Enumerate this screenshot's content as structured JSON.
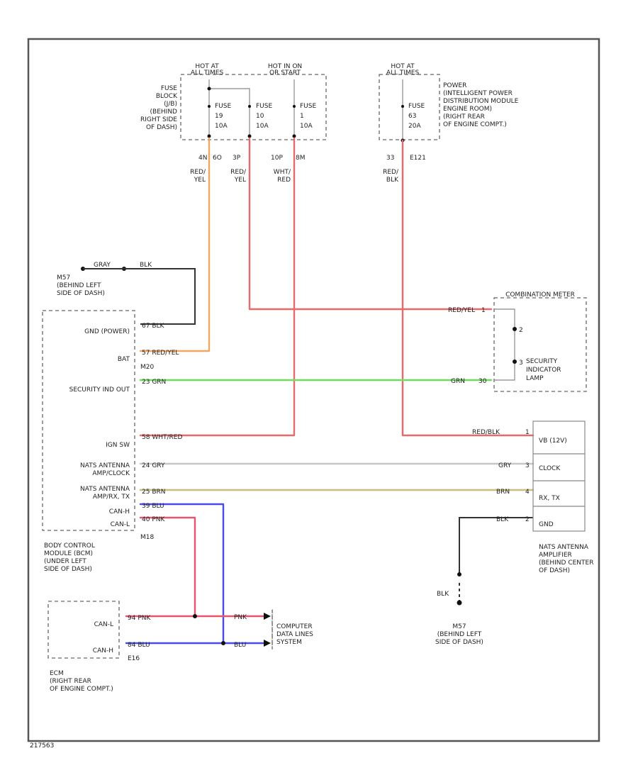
{
  "figure_id": "217563",
  "colors": {
    "orange": "#f2a65e",
    "red": "#e8696a",
    "green": "#6fdc5c",
    "gray": "#c6c6c6",
    "tan": "#c9be7c",
    "blue": "#4a4ae6",
    "pink": "#e8546f",
    "black": "#333333"
  },
  "fuse_block": {
    "hot_at_all_times": [
      "HOT AT",
      "ALL TIMES"
    ],
    "hot_in_on_or_start": [
      "HOT IN ON",
      "OR START"
    ],
    "location": [
      "FUSE",
      "BLOCK",
      "(J/B)",
      "(BEHIND",
      "RIGHT SIDE",
      "OF DASH)"
    ],
    "fuses": [
      {
        "label": "FUSE",
        "number": "19",
        "rating": "10A"
      },
      {
        "label": "FUSE",
        "number": "10",
        "rating": "10A"
      },
      {
        "label": "FUSE",
        "number": "1",
        "rating": "10A"
      }
    ],
    "pins": {
      "p1": "4N",
      "p2": "6O",
      "p3": "3P",
      "p4": "10P",
      "p5": "8M"
    }
  },
  "ipdm": {
    "hot_label": [
      "HOT AT",
      "ALL TIMES"
    ],
    "fuse": {
      "label": "FUSE",
      "number": "63",
      "rating": "20A"
    },
    "location": [
      "POWER",
      "(INTELLIGENT POWER",
      "DISTRIBUTION MODULE",
      "ENGINE ROOM)",
      "(RIGHT REAR",
      "OF ENGINE COMPT.)"
    ],
    "pins": {
      "p1": "33",
      "p2": "E121"
    }
  },
  "wire_labels": {
    "red_yel_a": [
      "RED/",
      "YEL"
    ],
    "red_yel_b": [
      "RED/",
      "YEL"
    ],
    "wht_red": [
      "WHT/",
      "RED"
    ],
    "red_blk": [
      "RED/",
      "BLK"
    ]
  },
  "ground_top": {
    "left_color": "GRAY",
    "right_color": "BLK",
    "location": [
      "M57",
      "(BEHIND LEFT",
      "SIDE OF DASH)"
    ]
  },
  "bcm": {
    "location": [
      "BODY CONTROL",
      "MODULE (BCM)",
      "(UNDER LEFT",
      "SIDE OF DASH)"
    ],
    "connector_top": "M20",
    "connector_bottom": "M18",
    "terminals": [
      {
        "name": [
          "GND (POWER)"
        ],
        "wire": "67 BLK"
      },
      {
        "name": [
          "BAT"
        ],
        "wire": "57 RED/YEL"
      },
      {
        "name": [
          "SECURITY IND OUT"
        ],
        "wire": "23 GRN"
      },
      {
        "name": [
          "IGN SW"
        ],
        "wire": "58 WHT/RED"
      },
      {
        "name": [
          "NATS ANTENNA",
          "AMP/CLOCK"
        ],
        "wire": "24 GRY"
      },
      {
        "name": [
          "NATS ANTENNA",
          "AMP/RX, TX"
        ],
        "wire": "25 BRN"
      },
      {
        "name": [
          "CAN-H"
        ],
        "wire": "39 BLU"
      },
      {
        "name": [
          "CAN-L"
        ],
        "wire": "40 PNK"
      }
    ]
  },
  "combination_meter": {
    "title": "COMBINATION METER",
    "lamp_label": [
      "SECURITY",
      "INDICATOR",
      "LAMP"
    ],
    "wires": [
      {
        "label": "RED/YEL",
        "pin": "1"
      },
      {
        "label": "GRN",
        "pin": "30"
      }
    ],
    "pin_a": "2",
    "pin_b": "3"
  },
  "nats_amp": {
    "location": [
      "NATS ANTENNA",
      "AMPLIFIER",
      "(BEHIND CENTER",
      "OF DASH)"
    ],
    "terminals": [
      {
        "name": "VB (12V)",
        "wire": "RED/BLK",
        "pin": "1"
      },
      {
        "name": "CLOCK",
        "wire": "GRY",
        "pin": "3"
      },
      {
        "name": "RX, TX",
        "wire": "BRN",
        "pin": "4"
      },
      {
        "name": "GND",
        "wire": "BLK",
        "pin": "2"
      }
    ]
  },
  "ground_bottom": {
    "wire_color": "BLK",
    "location": [
      "M57",
      "(BEHIND LEFT",
      "SIDE OF DASH)"
    ]
  },
  "ecm": {
    "location": [
      "ECM",
      "(RIGHT REAR",
      "OF ENGINE COMPT.)"
    ],
    "connector": "E16",
    "terminals": [
      {
        "name": "CAN-L",
        "wire": "94 PNK"
      },
      {
        "name": "CAN-H",
        "wire": "84 BLU"
      }
    ]
  },
  "data_link": {
    "labels": [
      "COMPUTER",
      "DATA LINES",
      "SYSTEM"
    ],
    "pnk": "PNK",
    "blu": "BLU"
  }
}
